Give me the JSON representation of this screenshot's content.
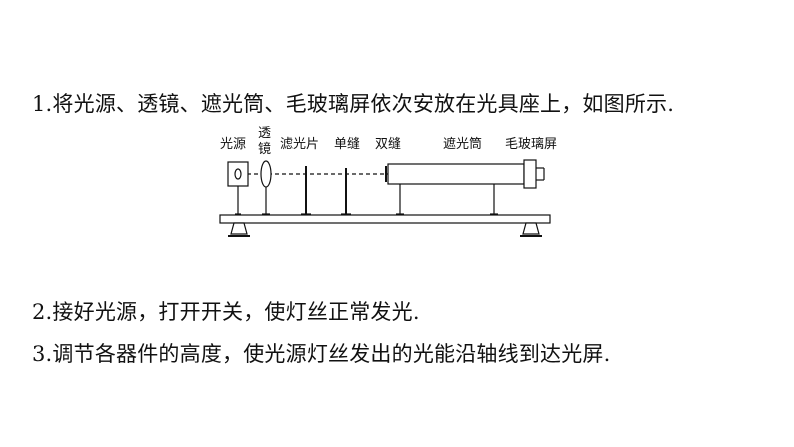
{
  "steps": [
    "1.将光源、透镜、遮光筒、毛玻璃屏依次安放在光具座上，如图所示.",
    "2.接好光源，打开开关，使灯丝正常发光.",
    "3.调节各器件的高度，使光源灯丝发出的光能沿轴线到达光屏."
  ],
  "diagram": {
    "labels": {
      "light_source": "光源",
      "lens_top": "透",
      "lens_bottom": "镜",
      "filter": "滤光片",
      "single_slit": "单缝",
      "double_slit": "双缝",
      "shade_tube": "遮光筒",
      "glass_screen": "毛玻璃屏"
    }
  }
}
